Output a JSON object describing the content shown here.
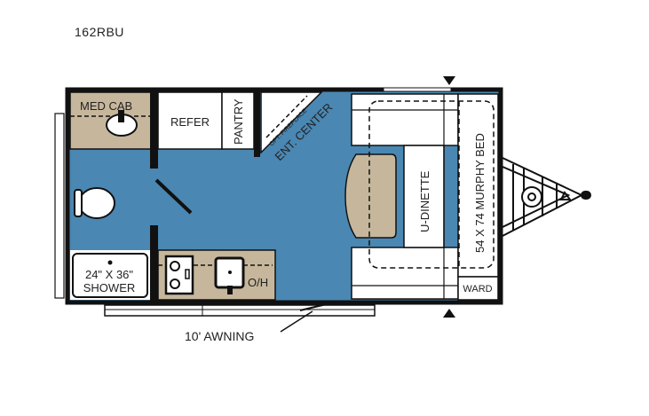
{
  "model": "162RBU",
  "colors": {
    "floor": "#4a87b2",
    "counter": "#c6b79c",
    "wall": "#111111",
    "fixture": "#ffffff"
  },
  "labels": {
    "med_cab": "MED CAB",
    "refer": "REFER",
    "pantry": "PANTRY",
    "fireplace": "OPT. FIREPLACE",
    "ent_center": "ENT. CENTER",
    "shower_size": "24\" X 36\"",
    "shower": "SHOWER",
    "oh": "O/H",
    "dinette": "U-DINETTE",
    "murphy_bed": "54 X 74 MURPHY BED",
    "ward": "WARD",
    "awning": "10' AWNING"
  }
}
